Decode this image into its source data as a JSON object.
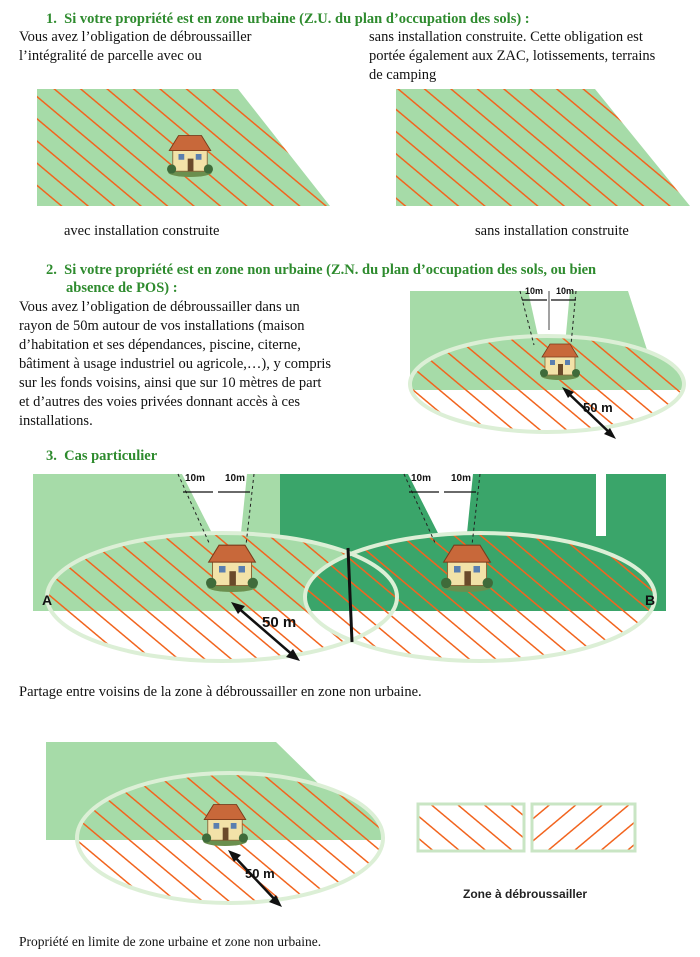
{
  "section1": {
    "number": "1.",
    "heading": "Si votre propriété est en zone urbaine (Z.U. du plan d’occupation des sols) :",
    "left_text_line1": "Vous avez l’obligation de débroussailler",
    "left_text_line2": "l’intégralité de parcelle avec ou",
    "right_text_line1": "sans installation construite. Cette obligation est",
    "right_text_line2": "portée également aux ZAC, lotissements, terrains",
    "right_text_line3": "de camping",
    "caption_left": "avec installation construite",
    "caption_right": "sans installation construite"
  },
  "section2": {
    "number": "2.",
    "heading_line1": "Si votre propriété est en zone non urbaine (Z.N. du plan d’occupation des sols, ou bien",
    "heading_line2": "absence  de POS) :",
    "body_lines": [
      "Vous avez l’obligation de débroussailler dans un",
      "rayon de 50m autour de vos installations (maison",
      "d’habitation et ses dépendances, piscine, citerne,",
      "bâtiment à usage industriel ou agricole,…), y compris",
      "sur les fonds voisins, ainsi que sur 10 mètres de part",
      "et d’autres des voies privées donnant accès à ces",
      "installations."
    ],
    "dim_label_1": "10m",
    "dim_label_2": "10m",
    "radius_label": "50 m"
  },
  "section3": {
    "number": "3.",
    "heading": "Cas particulier",
    "label_a": "A",
    "label_b": "B",
    "dim_labels": [
      "10m",
      "10m",
      "10m",
      "10m"
    ],
    "radius_label": "50 m",
    "caption": "Partage entre voisins de la zone à débroussailler en zone non urbaine."
  },
  "section4": {
    "radius_label": "50 m",
    "legend_label": "Zone à débroussailler",
    "caption": "Propriété en limite de zone urbaine et zone non urbaine."
  },
  "colors": {
    "green_light": "#a6dba8",
    "green_dark": "#3aa56a",
    "hatch_orange": "#f2641e",
    "heading_green": "#2e8b2e"
  }
}
